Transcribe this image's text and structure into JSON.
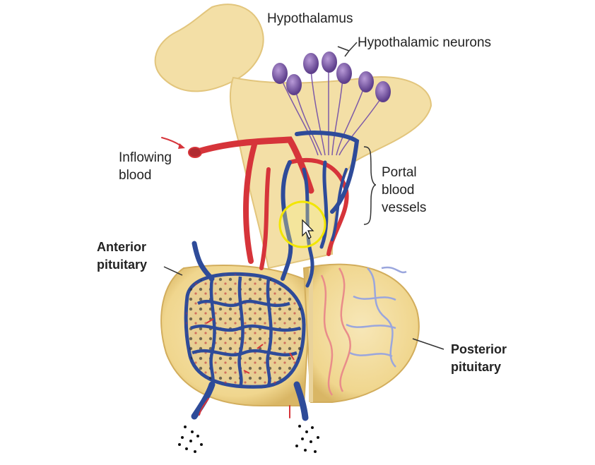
{
  "labels": {
    "hypothalamus": "Hypothalamus",
    "hypothalamic_neurons": "Hypothalamic neurons",
    "inflowing_blood_line1": "Inflowing",
    "inflowing_blood_line2": "blood",
    "portal_line1": "Portal",
    "portal_line2": "blood",
    "portal_line3": "vessels",
    "anterior_line1": "Anterior",
    "anterior_line2": "pituitary",
    "posterior_line1": "Posterior",
    "posterior_line2": "pituitary"
  },
  "colors": {
    "tissue": "#f3dfa6",
    "tissue_dark": "#e4c57a",
    "artery": "#d6343a",
    "vein": "#2e4b99",
    "neuron": "#7d5aa8",
    "cursor_highlight": "#f2e600"
  }
}
